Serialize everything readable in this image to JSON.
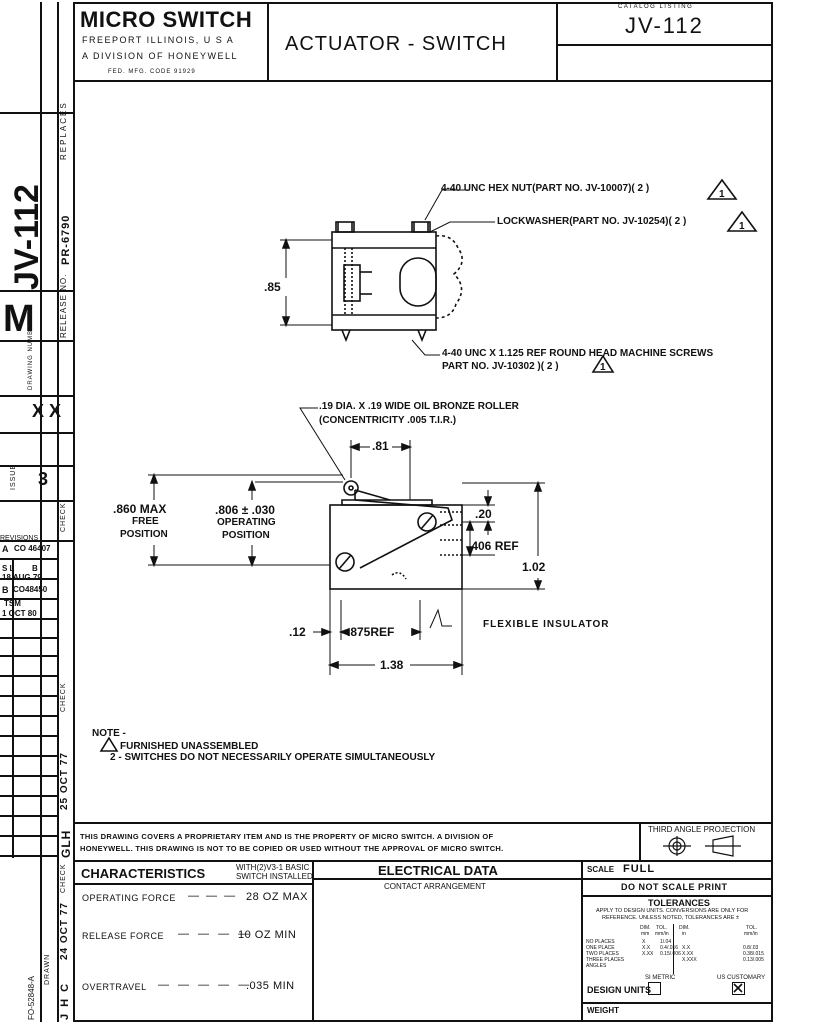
{
  "title_block": {
    "company": "MICRO SWITCH",
    "address_line1": "FREEPORT ILLINOIS, U S A",
    "address_line2": "A DIVISION OF HONEYWELL",
    "fed_code": "FED. MFG. CODE 91929",
    "title": "ACTUATOR - SWITCH",
    "catalog_label": "CATALOG LISTING",
    "catalog_number": "JV-112"
  },
  "side_strip": {
    "drawing_number_large": "JV-112",
    "replaces_label": "REPLACES",
    "release_no_label": "RELEASE NO.",
    "release_no": "PR-6790",
    "drawing_letter": "M",
    "drawing_number_label": "DRAWING NUMBER",
    "issue_label": "ISSUE",
    "issue_marks": "X X",
    "issue_number": "3",
    "check_label": "CHECK",
    "revisions_label": "REVISIONS",
    "revisions": [
      {
        "letter": "A",
        "code": "CO 46407"
      },
      {
        "letter": "S L",
        "code": "B"
      },
      {
        "letter": "",
        "code": "18 AUG 79"
      },
      {
        "letter": "B",
        "code": "CO48450"
      },
      {
        "letter": "",
        "code": "TSM"
      },
      {
        "letter": "",
        "code": "1 OCT 80"
      }
    ],
    "check_label_2": "CHECK",
    "date_1": "25 OCT 77",
    "initials_1": "GLH",
    "check_label_3": "CHECK",
    "date_2": "24 OCT 77",
    "initials_2": "J H C",
    "drawn_label": "DRAWN",
    "form_number": "FO-52848-A"
  },
  "drawing": {
    "callout_hex_nut": "4-40 UNC HEX NUT(PART NO. JV-10007)( 2 )",
    "callout_lockwasher": "LOCKWASHER(PART NO. JV-10254)( 2 )",
    "dim_085": ".85",
    "callout_screws_1": "4-40 UNC X 1.125  REF ROUND  HEAD MACHINE  SCREWS",
    "callout_screws_2": "PART NO. JV-10302   )( 2 )",
    "callout_roller_1": ".19 DIA. X .19 WIDE OIL BRONZE  ROLLER",
    "callout_roller_2": "(CONCENTRICITY  .005  T.I.R.)",
    "dim_081": ".81",
    "dim_860": ".860 MAX",
    "free": "FREE",
    "free_position": "POSITION",
    "dim_806": ".806 ± .030",
    "operating": "OPERATING",
    "operating_position": "POSITION",
    "dim_020": ".20",
    "dim_406": ".406 REF",
    "dim_102": "1.02",
    "dim_012": ".12",
    "dim_875": ".875REF",
    "flexible_insulator": "FLEXIBLE  INSULATOR",
    "dim_138": "1.38",
    "revision_triangle": "1"
  },
  "notes": {
    "heading": "NOTE -",
    "note_1": "FURNISHED  UNASSEMBLED",
    "note_2": "2 - SWITCHES  DO  NOT  NECESSARILY  OPERATE  SIMULTANEOUSLY"
  },
  "proprietary": {
    "line1": "THIS DRAWING COVERS A PROPRIETARY ITEM AND IS THE PROPERTY OF MICRO SWITCH. A DIVISION OF",
    "line2": "HONEYWELL. THIS DRAWING IS NOT TO BE COPIED OR USED WITHOUT THE APPROVAL OF MICRO SWITCH.",
    "projection": "THIRD ANGLE PROJECTION"
  },
  "characteristics": {
    "heading": "CHARACTERISTICS",
    "subheading_1": "WITH(2)V3-1 BASIC",
    "subheading_2": "SWITCH INSTALLED",
    "rows": [
      {
        "label": "OPERATING FORCE",
        "value": "28 OZ MAX"
      },
      {
        "label": "RELEASE FORCE",
        "value": "10 OZ MIN"
      },
      {
        "label": "OVERTRAVEL",
        "value": ".035 MIN"
      }
    ]
  },
  "electrical": {
    "heading": "ELECTRICAL DATA",
    "contact": "CONTACT ARRANGEMENT"
  },
  "right_block": {
    "scale_label": "SCALE",
    "scale_value": "FULL",
    "do_not_scale": "DO NOT SCALE PRINT",
    "tolerances": "TOLERANCES",
    "tol_note_1": "APPLY TO DESIGN UNITS. CONVERSIONS ARE ONLY FOR",
    "tol_note_2": "REFERENCE. UNLESS NOTED, TOLERANCES ARE ±",
    "tol_col_dim": "DIM.",
    "tol_col_mm": "mm",
    "tol_col_tol": "TOL.",
    "tol_col_mmin": "mm/in",
    "tol_col_dim2": "DIM.",
    "tol_col_in": "in",
    "tol_col_tol2": "TOL.",
    "tol_col_mmin2": "mm/in",
    "tol_rows": [
      {
        "label": "NO PLACES",
        "d1": "X",
        "t1": "1/.04",
        "d2": "",
        "t2": ""
      },
      {
        "label": "ONE PLACE",
        "d1": "X.X",
        "t1": "0.4/.016",
        "d2": "X.X",
        "t2": "0.8/.03"
      },
      {
        "label": "TWO PLACES",
        "d1": "X.XX",
        "t1": "0.15/.006",
        "d2": "X.XX",
        "t2": "0.38/.015"
      },
      {
        "label": "THREE PLACES",
        "d1": "",
        "t1": "",
        "d2": "X.XXX",
        "t2": "0.13/.005"
      },
      {
        "label": "ANGLES",
        "d1": "",
        "t1": "",
        "d2": "",
        "t2": ""
      }
    ],
    "si_metric": "SI METRIC",
    "us_customary": "US CUSTOMARY",
    "design_units": "DESIGN UNITS",
    "weight": "WEIGHT"
  }
}
